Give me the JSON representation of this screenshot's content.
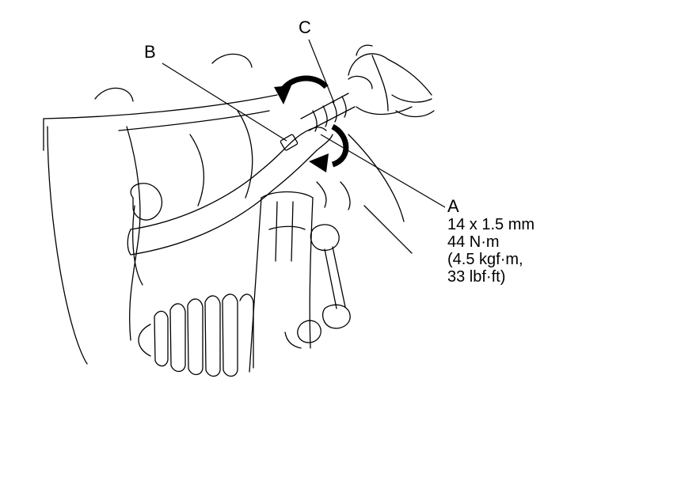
{
  "callouts": {
    "a": {
      "letter": "A"
    },
    "b": {
      "letter": "B"
    },
    "c": {
      "letter": "C"
    }
  },
  "spec": {
    "size": "14 x 1.5 mm",
    "torque_nm": "44 N·m",
    "torque_kgf": "(4.5 kgf·m,",
    "torque_lbf": "33 lbf·ft)"
  },
  "colors": {
    "line": "#000000",
    "background": "#ffffff"
  },
  "icons": {
    "arrow_top": "curved-arrow-counterclockwise-icon",
    "arrow_bottom": "curved-arrow-clockwise-icon"
  }
}
